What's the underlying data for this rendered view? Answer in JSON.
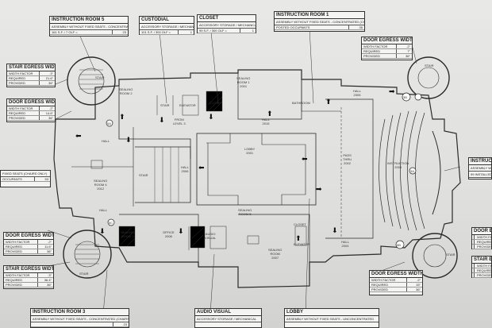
{
  "boxes": {
    "instruction_room_5": {
      "title": "INSTRUCTION ROOM 5",
      "sub": "ASSEMBLY WITHOUT FIXED SEATS - CONCENTRATED (CHAIRS ONLY)",
      "val1": "161 S.F. / 7 OLF =",
      "val2": "23"
    },
    "custodial": {
      "title": "CUSTODIAL",
      "sub": "ACCESSORY STORAGE / MECHANICAL",
      "val1": "101 S.F. / 300 OLF =",
      "val2": "1"
    },
    "closet_top": {
      "title": "CLOSET",
      "sub": "ACCESSORY STORAGE / MECHANICAL",
      "val1": "99 S.F. / 300 OLF =",
      "val2": "1"
    },
    "instruction_room_1": {
      "title": "INSTRUCTION ROOM 1",
      "sub": "ASSEMBLY WITHOUT FIXED SEATS - CONCENTRATED (CHAIRS ONLY)",
      "val1": "POSTED OCCUPANTS",
      "val2": "35"
    },
    "door_egress_tr": {
      "title": "DOOR EGRESS WIDTH",
      "rows": [
        [
          "WIDTH FACTOR",
          ".2\""
        ],
        [
          "REQUIRED",
          "7\""
        ],
        [
          "PROVIDED",
          "36\""
        ]
      ]
    },
    "stair_egress_l": {
      "title": "STAIR EGRESS WIDTH",
      "rows": [
        [
          "WIDTH FACTOR",
          ".3\""
        ],
        [
          "REQUIRED",
          "21.6\""
        ],
        [
          "PROVIDED",
          "36\""
        ]
      ]
    },
    "door_egress_l": {
      "title": "DOOR EGRESS WIDTH",
      "rows": [
        [
          "WIDTH FACTOR",
          ".2\""
        ],
        [
          "REQUIRED",
          "14.6\""
        ],
        [
          "PROVIDED",
          "36\""
        ]
      ]
    },
    "left_occ": {
      "title": "",
      "sub": "FIXED SEATS (CHAIRS ONLY)",
      "val1": "OCCUPANTS",
      "val2": "53"
    },
    "door_egress_bl": {
      "title": "DOOR EGRESS WIDTH",
      "rows": [
        [
          "WIDTH FACTOR",
          ".2\""
        ],
        [
          "REQUIRED",
          "11.6\""
        ],
        [
          "PROVIDED",
          "36\""
        ]
      ]
    },
    "stair_egress_bl": {
      "title": "STAIR EGRESS WIDTH",
      "rows": [
        [
          "WIDTH FACTOR",
          ".3\""
        ],
        [
          "REQUIRED",
          "36.4\""
        ],
        [
          "PROVIDED",
          "36\""
        ]
      ]
    },
    "instruction_room_3": {
      "title": "INSTRUCTION ROOM 3",
      "sub": "ASSEMBLY WITHOUT FIXED SEATS - CONCENTRATED (CHAIRS ONLY)",
      "val1": "",
      "val2": "23"
    },
    "audio_visual": {
      "title": "AUDIO VISUAL",
      "sub": "ACCESSORY STORAGE / MECHANICAL",
      "val1": "",
      "val2": ""
    },
    "lobby_box": {
      "title": "LOBBY",
      "sub": "ASSEMBLY WITHOUT FIXED SEATS - UNCONCENTRATED",
      "val1": "",
      "val2": ""
    },
    "door_egress_br": {
      "title": "DOOR EGRESS WIDTH",
      "rows": [
        [
          "WIDTH FACTOR",
          ".2\""
        ],
        [
          "REQUIRED",
          "15\""
        ],
        [
          "PROVIDED",
          "36\""
        ]
      ]
    },
    "instruction_right": {
      "title": "INSTRUCTION",
      "sub": "ASSEMBLY WITH",
      "val1": "99 INSTALLED",
      "val2": ""
    },
    "door_egress_r": {
      "title": "DOOR EG",
      "rows": [
        [
          "WIDTH FA",
          ""
        ],
        [
          "REQUIRED",
          ""
        ],
        [
          "PROVIDED",
          ""
        ]
      ]
    },
    "stair_egress_r": {
      "title": "STAIR EG",
      "rows": [
        [
          "WIDTH FA",
          ""
        ],
        [
          "REQUIRED",
          ""
        ],
        [
          "PROVIDED",
          ""
        ]
      ]
    }
  },
  "rooms": {
    "sealing_room_2": "SEALING\nROOM 2",
    "sealing_room_1": "SEALING\nROOM 1\n2001",
    "sealing_room_4": "SEALING\nROOM 4\n2012",
    "sealing_room_3": "SEALING\nROOM 3",
    "sealing_room_5": "SEALING\nROOM 5",
    "sealing_room_bottom": "SEALING\nROOM\n2007",
    "lobby": "LOBBY\n2001",
    "hall_center": "HALL\n2006",
    "hall_right": "HALL\n2005",
    "hall_br": "HALL\n2004",
    "hall_top": "HALL\n2015",
    "pass_thru": "PASS\nTHRU\n2002",
    "instruction": "INSTRUCTION\n2003",
    "elevator": "ELEVATOR",
    "elevator_b": "ELEVATOR",
    "closet": "CLOSET",
    "closet_b": "CLOSET",
    "stair_l": "STAIR",
    "stair_tl": "STAIR",
    "stair_bl": "STAIR",
    "stair_tr": "STAIR",
    "stair_br": "STAIR",
    "office": "OFFICE\n2008",
    "audio": "AUDIO\nVISUAL",
    "hall_l": "HALL",
    "hall_bl": "HALL",
    "bathroom": "BATHROOM",
    "from": "FROM\nLEVEL 3",
    "stair_top": "STAIR"
  },
  "tags": [
    "3B",
    "5B",
    "5A",
    "5C",
    "3A"
  ]
}
